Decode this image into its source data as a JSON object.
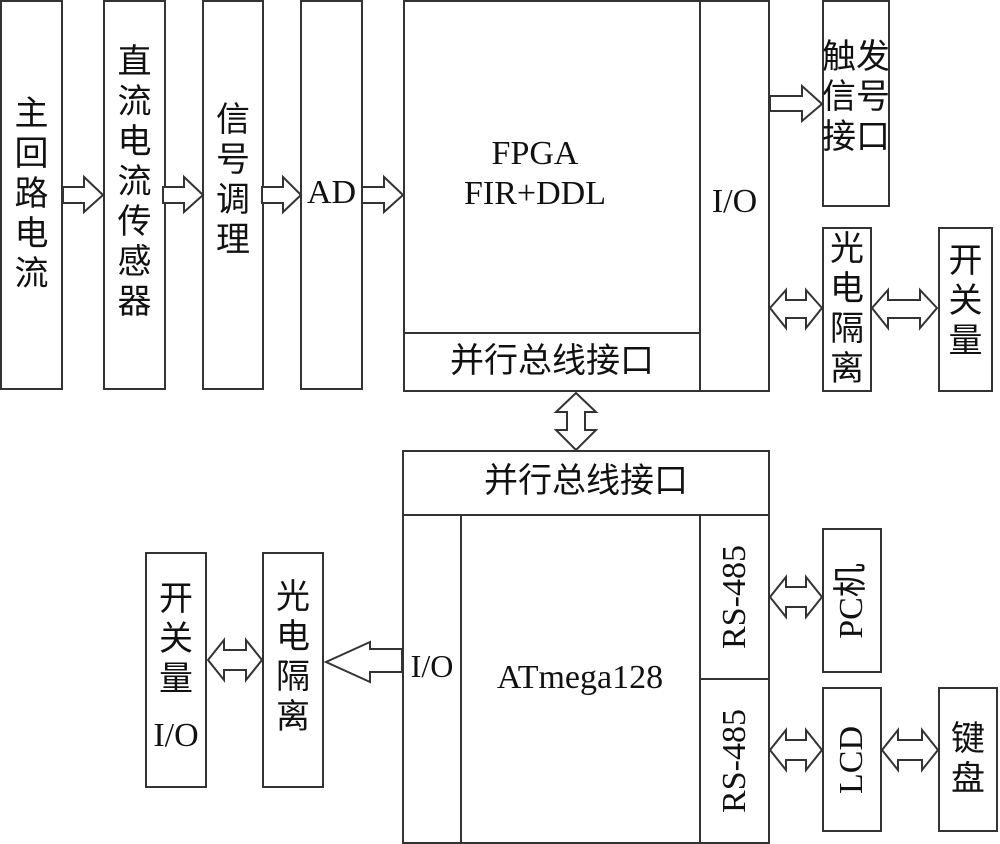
{
  "top_chain": {
    "main_current": "主\n回\n路\n电\n流",
    "dc_sensor": "直\n流\n电\n流\n传\n感\n器",
    "signal_conditioning": "信\n号\n调\n理",
    "ad": "AD"
  },
  "fpga": {
    "title": "FPGA",
    "subtitle": "FIR+DDL",
    "io": "I/O",
    "bus_interface": "并行总线接口"
  },
  "trigger_interface": {
    "col1": "触\n信\n接",
    "col2": "发\n号\n口"
  },
  "top_opto": "光\n电\n隔\n离",
  "top_switch": "开\n关\n量",
  "mcu": {
    "bus_interface": "并行总线接口",
    "io": "I/O",
    "name": "ATmega128",
    "rs485_1": "RS-485",
    "rs485_2": "RS-485"
  },
  "bottom_switch": {
    "label": "开\n关\n量",
    "io": "I/O"
  },
  "bottom_opto": "光\n电\n隔\n离",
  "pc": "PC机",
  "lcd": "LCD",
  "keyboard": "键\n盘",
  "colors": {
    "stroke": "#333333",
    "background": "#ffffff"
  }
}
